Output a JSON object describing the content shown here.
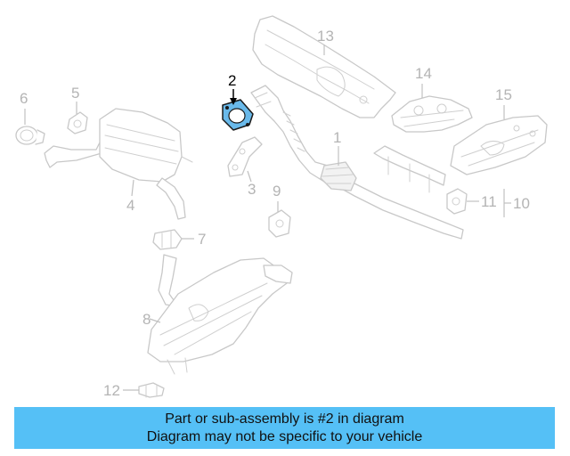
{
  "diagram": {
    "highlight_color": "#69b9ea",
    "highlighted_callout": "2",
    "callouts": {
      "c1": "1",
      "c2": "2",
      "c3": "3",
      "c4": "4",
      "c5": "5",
      "c6": "6",
      "c7": "7",
      "c8": "8",
      "c9": "9",
      "c10": "10",
      "c11": "11",
      "c12": "12",
      "c13": "13",
      "c14": "14",
      "c15": "15"
    }
  },
  "banner": {
    "color": "#55c0f6",
    "line1": "Part or sub-assembly is #2 in diagram",
    "line2": "Diagram may not be specific to your vehicle"
  }
}
